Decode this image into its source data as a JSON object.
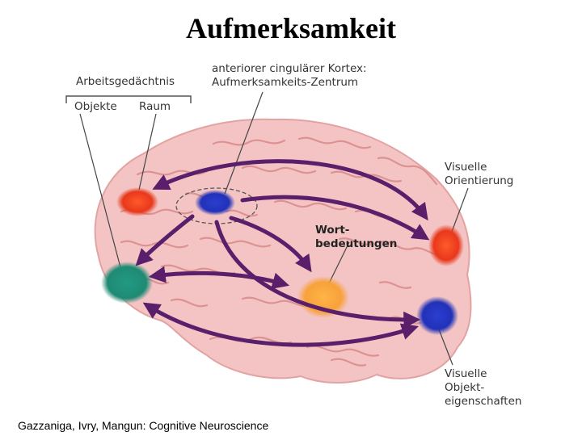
{
  "title": "Aufmerksamkeit",
  "labels": {
    "working_memory": "Arbeitsgedächtnis",
    "objects": "Objekte",
    "space": "Raum",
    "acc_line1": "anteriorer cingulärer Kortex:",
    "acc_line2": "Aufmerksamkeits-Zentrum",
    "visual_orientation_line1": "Visuelle",
    "visual_orientation_line2": "Orientierung",
    "word_meaning_line1": "Wort-",
    "word_meaning_line2": "bedeutungen",
    "visual_object_line1": "Visuelle",
    "visual_object_line2": "Objekt-",
    "visual_object_line3": "eigenschaften"
  },
  "citation": "Gazzaniga, Ivry, Mangun: Cognitive Neuroscience",
  "colors": {
    "brain_fill": "#f3c4c3",
    "brain_sulci": "#d88a8a",
    "arrow": "#5a1f6b",
    "region_red": "#ee3c1f",
    "region_blue": "#2231b8",
    "region_teal": "#1f8a74",
    "region_orange": "#f7a13a"
  }
}
